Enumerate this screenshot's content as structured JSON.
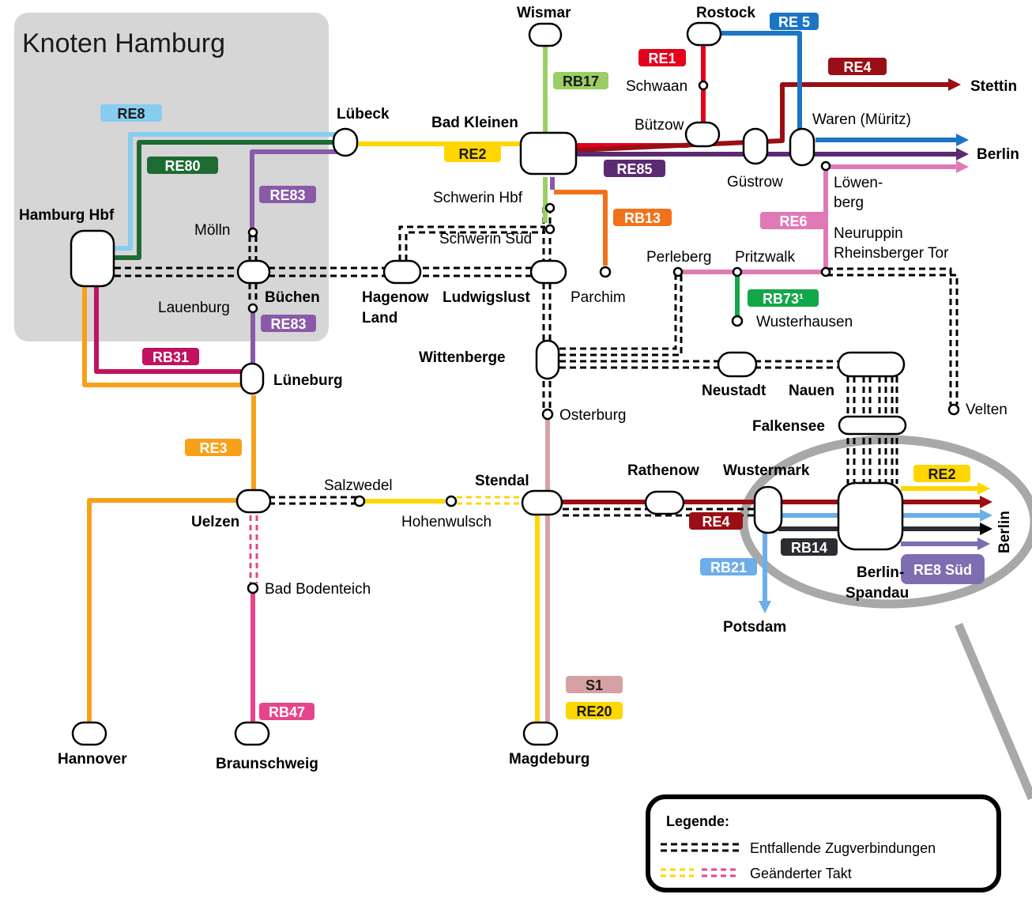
{
  "area": {
    "title": "Knoten Hamburg"
  },
  "stations": {
    "wismar": "Wismar",
    "rostock": "Rostock",
    "schwaan": "Schwaan",
    "buetzow": "Bützow",
    "stettin": "Stettin",
    "waren": "Waren (Müritz)",
    "berlin_top": "Berlin",
    "guestrow": "Güstrow",
    "loewenberg_1": "Löwen-",
    "loewenberg_2": "berg",
    "luebeck": "Lübeck",
    "bad_kleinen": "Bad Kleinen",
    "schwerin_hbf": "Schwerin Hbf",
    "schwerin_sued": "Schwerin Süd",
    "hamburg_hbf": "Hamburg Hbf",
    "moelln": "Mölln",
    "buechen": "Büchen",
    "lauenburg": "Lauenburg",
    "hagenow_1": "Hagenow",
    "hagenow_2": "Land",
    "ludwigslust": "Ludwigslust",
    "parchim": "Parchim",
    "perleberg": "Perleberg",
    "pritzwalk": "Pritzwalk",
    "neuruppin_1": "Neuruppin",
    "neuruppin_2": "Rheinsberger Tor",
    "wusterhausen": "Wusterhausen",
    "wittenberge": "Wittenberge",
    "neustadt": "Neustadt",
    "nauen": "Nauen",
    "velten": "Velten",
    "falkensee": "Falkensee",
    "osterburg": "Osterburg",
    "lueneburg": "Lüneburg",
    "uelzen": "Uelzen",
    "salzwedel": "Salzwedel",
    "hohenwulsch": "Hohenwulsch",
    "stendal": "Stendal",
    "rathenow": "Rathenow",
    "wustermark": "Wustermark",
    "berlin_spandau_1": "Berlin-",
    "berlin_spandau_2": "Spandau",
    "berlin_right": "Berlin",
    "potsdam": "Potsdam",
    "bad_bodenteich": "Bad Bodenteich",
    "hannover": "Hannover",
    "braunschweig": "Braunschweig",
    "magdeburg": "Magdeburg"
  },
  "lines": {
    "re5": "RE 5",
    "re1": "RE1",
    "re4_top": "RE4",
    "rb17": "RB17",
    "re8": "RE8",
    "re80": "RE80",
    "re2_top": "RE2",
    "re85": "RE85",
    "re83_top": "RE83",
    "re83_bottom": "RE83",
    "rb13": "RB13",
    "re6": "RE6",
    "rb73": "RB73¹",
    "rb31": "RB31",
    "re3": "RE3",
    "re2_right": "RE2",
    "re4_bottom": "RE4",
    "rb14": "RB14",
    "rb21": "RB21",
    "re8_sued": "RE8 Süd",
    "s1": "S1",
    "re20": "RE20",
    "rb47": "RB47"
  },
  "colors": {
    "re8": "#86cdf0",
    "re80": "#1e6b32",
    "re2": "#ffd600",
    "re83": "#8a5aa8",
    "re1": "#e3001b",
    "re5": "#1b75c4",
    "re4": "#9a0e14",
    "re85": "#5a2a72",
    "rb17": "#9ccf63",
    "rb13": "#f2721c",
    "re6": "#e07ab6",
    "rb73": "#13a64b",
    "rb31": "#c0125f",
    "re3": "#f7a11a",
    "rb47": "#e8448c",
    "s1": "#d6a1a5",
    "rb14": "#2b2b33",
    "rb21": "#6caeea",
    "re8_sued": "#7e6db0",
    "area": "#d6d6d6"
  },
  "legend": {
    "title": "Legende:",
    "cancelled": "Entfallende Zugverbindungen",
    "changed": "Geänderter Takt"
  }
}
